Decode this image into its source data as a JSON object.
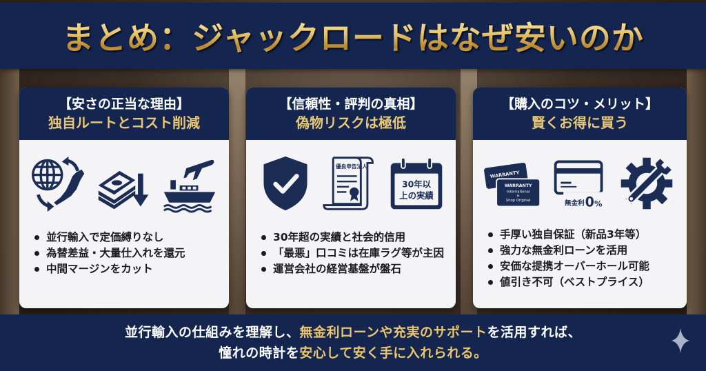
{
  "header": {
    "title": "まとめ：ジャックロードはなぜ安いのか"
  },
  "colors": {
    "navy": "#142650",
    "gold": "#e8c776",
    "card_bg": "#f4f4f6",
    "icon_navy": "#1c2d55"
  },
  "cards": [
    {
      "title": "【安さの正当な理由】",
      "subtitle": "独自ルートとコスト削減",
      "icons": [
        "globe-japan-cycle-icon",
        "money-stack-down-icon",
        "plane-ship-icon"
      ],
      "bullets": [
        "並行輸入で定価縛りなし",
        "為替差益・大量仕入れを還元",
        "中間マージンをカット"
      ]
    },
    {
      "title": "【信頼性・評判の真相】",
      "subtitle": "偽物リスクは極低",
      "icons": [
        "shield-check-icon",
        "certificate-icon",
        "calendar-icon"
      ],
      "certificate_label": "優良申告法人",
      "calendar_label_1": "30年以",
      "calendar_label_2": "上の実績",
      "bullets": [
        "30年超の実績と社会的信用",
        "「最悪」口コミは在庫ラグ等が主因",
        "運営会社の経営基盤が盤石"
      ]
    },
    {
      "title": "【購入のコツ・メリット】",
      "subtitle": "賢くお得に買う",
      "icons": [
        "warranty-cards-icon",
        "credit-card-zero-interest-icon",
        "gear-wrench-icon"
      ],
      "warranty_back": "WARRANTY",
      "warranty_front_1": "WARRANTY",
      "warranty_front_2": "International",
      "warranty_front_3": "&",
      "warranty_front_4": "Shop Original",
      "loan_label": "無金利",
      "loan_rate": "0",
      "loan_percent": "%",
      "bullets": [
        "手厚い独自保証（新品3年等）",
        "強力な無金利ローンを活用",
        "安価な提携オーバーホール可能",
        "値引き不可（ベストプライス）"
      ]
    }
  ],
  "footer": {
    "line1_a": "並行輸入の仕組みを理解し、",
    "line1_b": "無金利ローンや充実のサポート",
    "line1_c": "を活用すれば、",
    "line2_a": "憧れの時計を",
    "line2_b": "安心して安く手に入れられる。"
  }
}
